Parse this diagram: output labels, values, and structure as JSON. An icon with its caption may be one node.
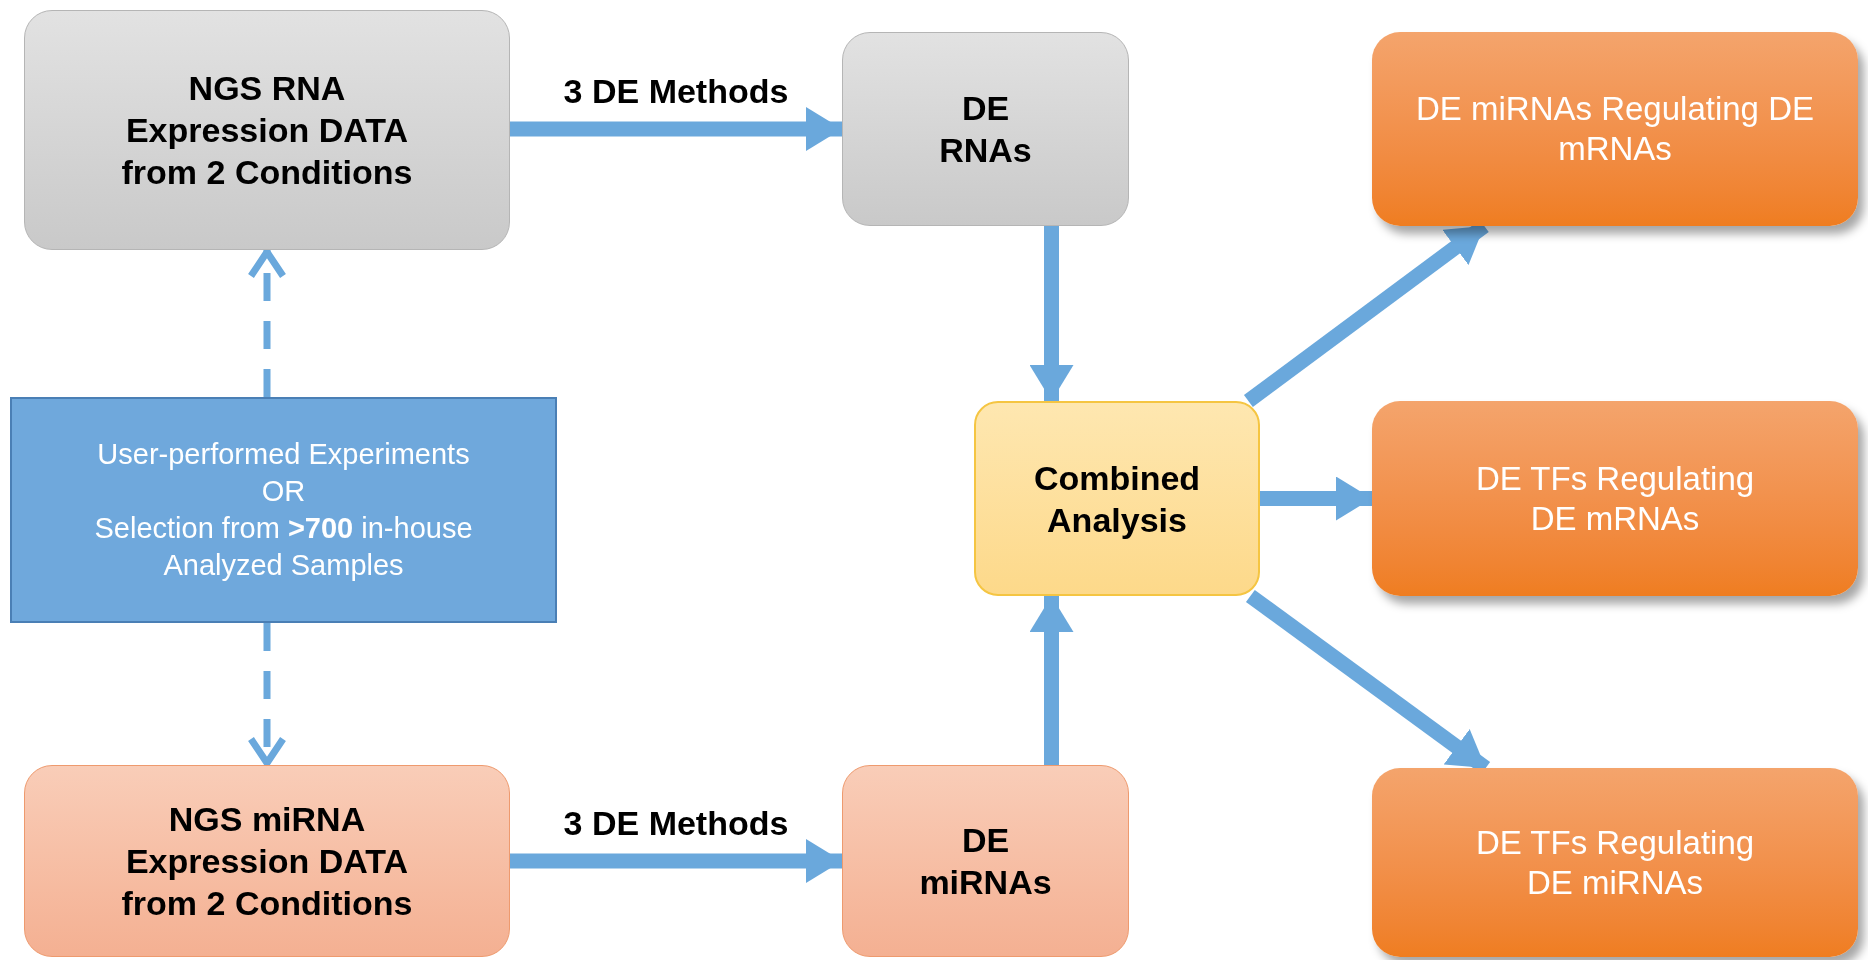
{
  "diagram": {
    "nodes": [
      {
        "text": [
          "NGS RNA Expression DATA from 2 Conditions"
        ]
      },
      {
        "text": [
          "DE RNAs"
        ]
      },
      {
        "text": [
          "DE miRNAs Regulating DE mRNAs"
        ]
      },
      {
        "text": [
          "User-performed Experiments",
          "OR",
          "Selection from **>700** in-house Analyzed Samples"
        ]
      },
      {
        "text": [
          "Combined Analysis"
        ]
      },
      {
        "text": [
          "DE TFs Regulating DE mRNAs"
        ]
      },
      {
        "text": [
          "NGS miRNA Expression DATA from 2 Conditions"
        ]
      },
      {
        "text": [
          "DE miRNAs"
        ]
      },
      {
        "text": [
          "DE TFs Regulating DE miRNAs"
        ]
      }
    ],
    "edges": [
      {
        "from": 0,
        "to": 1,
        "arrow": "to",
        "label": "3 DE Methods"
      },
      {
        "from": 6,
        "to": 7,
        "arrow": "to",
        "label": "3 DE Methods"
      },
      {
        "from": 3,
        "to": 0,
        "arrow": "to",
        "style": "dashed"
      },
      {
        "from": 3,
        "to": 6,
        "arrow": "to",
        "style": "dashed"
      },
      {
        "from": 1,
        "to": 4,
        "arrow": "to"
      },
      {
        "from": 7,
        "to": 4,
        "arrow": "to"
      },
      {
        "from": 4,
        "to": 2,
        "arrow": "to"
      },
      {
        "from": 4,
        "to": 5,
        "arrow": "to"
      },
      {
        "from": 4,
        "to": 8,
        "arrow": "to"
      }
    ]
  }
}
